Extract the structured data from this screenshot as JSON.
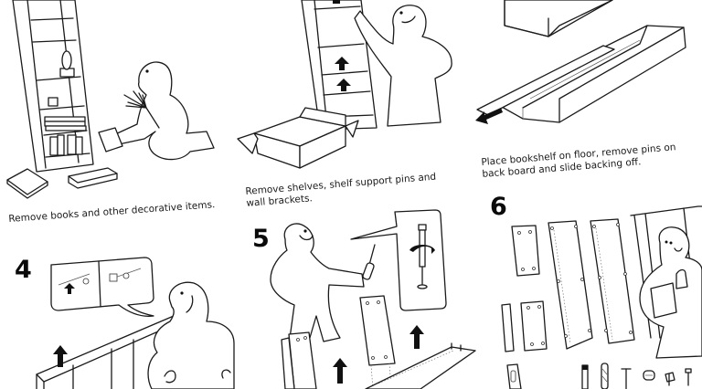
{
  "document": {
    "type": "assembly-instructions",
    "steps": [
      {
        "number": "",
        "caption": "Remove books and other decorative items.",
        "illustration": "figure-kneeling-with-duster-beside-bookshelf"
      },
      {
        "number": "",
        "caption_lines": [
          "Remove shelves, shelf support pins and",
          "wall brackets."
        ],
        "illustration": "figure-removing-shelves-into-box"
      },
      {
        "number": "",
        "caption_lines": [
          "Place bookshelf on floor, remove pins on",
          "back board and slide backing off."
        ],
        "illustration": "bookshelf-on-floor-backing-sliding-out"
      },
      {
        "number": "4",
        "caption": "",
        "illustration": "figure-lifting-top-panel-with-speech-bubble"
      },
      {
        "number": "5",
        "caption": "",
        "illustration": "figure-with-screwdriver-unscrewing-cam-lock"
      },
      {
        "number": "6",
        "caption": "",
        "illustration": "disassembled-panels-and-hardware-with-figure-thumbs-up"
      }
    ],
    "hardware_parts": [
      "bracket",
      "cam-bolt",
      "wooden-dowel",
      "nail",
      "cam-lock",
      "shelf-pin",
      "screw"
    ],
    "colors": {
      "background": "#ffffff",
      "line": "#1a1a1a",
      "arrow": "#111111"
    }
  }
}
